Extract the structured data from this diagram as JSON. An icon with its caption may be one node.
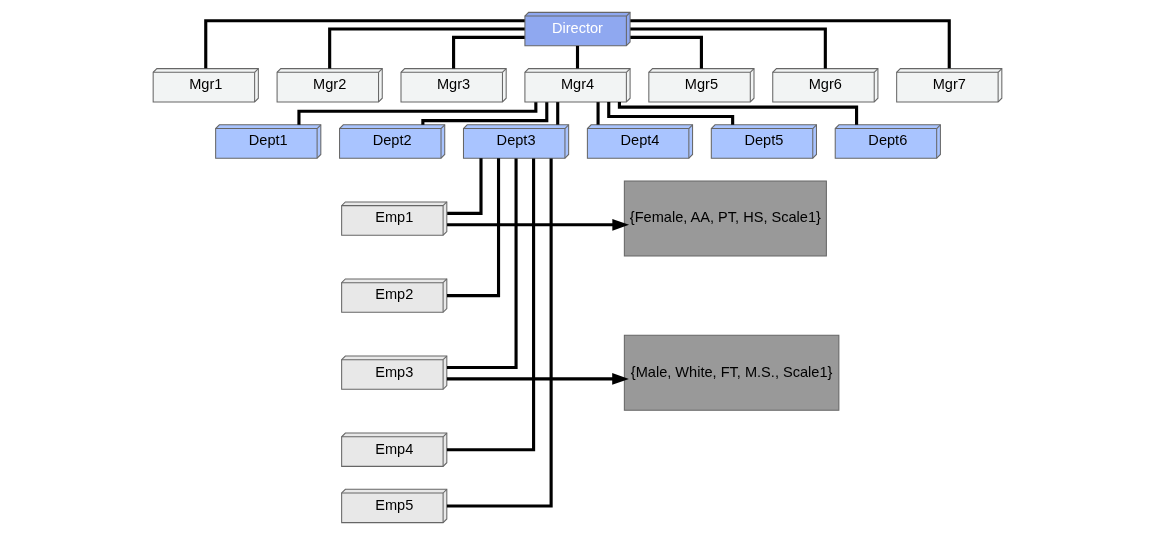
{
  "diagram": {
    "nodes": [
      {
        "text": [
          "Director"
        ]
      },
      {
        "text": [
          "Mgr1"
        ]
      },
      {
        "text": [
          "Mgr2"
        ]
      },
      {
        "text": [
          "Mgr3"
        ]
      },
      {
        "text": [
          "Mgr4"
        ]
      },
      {
        "text": [
          "Mgr5"
        ]
      },
      {
        "text": [
          "Mgr6"
        ]
      },
      {
        "text": [
          "Mgr7"
        ]
      },
      {
        "text": [
          "Dept1"
        ]
      },
      {
        "text": [
          "Dept2"
        ]
      },
      {
        "text": [
          "Dept3"
        ]
      },
      {
        "text": [
          "Dept4"
        ]
      },
      {
        "text": [
          "Dept5"
        ]
      },
      {
        "text": [
          "Dept6"
        ]
      },
      {
        "text": [
          "Emp1"
        ]
      },
      {
        "text": [
          "Emp2"
        ]
      },
      {
        "text": [
          "Emp3"
        ]
      },
      {
        "text": [
          "Emp4"
        ]
      },
      {
        "text": [
          "Emp5"
        ]
      },
      {
        "text": [
          "{Female, AA, PT, HS, Scale1}"
        ]
      },
      {
        "text": [
          "{Male, White, FT, M.S., Scale1}"
        ]
      }
    ],
    "edges": [
      {
        "from": 0,
        "to": 1,
        "arrow": "none"
      },
      {
        "from": 0,
        "to": 2,
        "arrow": "none"
      },
      {
        "from": 0,
        "to": 3,
        "arrow": "none"
      },
      {
        "from": 0,
        "to": 4,
        "arrow": "none"
      },
      {
        "from": 0,
        "to": 5,
        "arrow": "none"
      },
      {
        "from": 0,
        "to": 6,
        "arrow": "none"
      },
      {
        "from": 0,
        "to": 7,
        "arrow": "none"
      },
      {
        "from": 4,
        "to": 8,
        "arrow": "none"
      },
      {
        "from": 4,
        "to": 9,
        "arrow": "none"
      },
      {
        "from": 4,
        "to": 10,
        "arrow": "none"
      },
      {
        "from": 4,
        "to": 11,
        "arrow": "none"
      },
      {
        "from": 4,
        "to": 12,
        "arrow": "none"
      },
      {
        "from": 4,
        "to": 13,
        "arrow": "none"
      },
      {
        "from": 10,
        "to": 14,
        "arrow": "none"
      },
      {
        "from": 10,
        "to": 15,
        "arrow": "none"
      },
      {
        "from": 10,
        "to": 16,
        "arrow": "none"
      },
      {
        "from": 10,
        "to": 17,
        "arrow": "none"
      },
      {
        "from": 10,
        "to": 18,
        "arrow": "none"
      },
      {
        "from": 14,
        "to": 19,
        "arrow": "to"
      },
      {
        "from": 16,
        "to": 20,
        "arrow": "to"
      }
    ]
  }
}
